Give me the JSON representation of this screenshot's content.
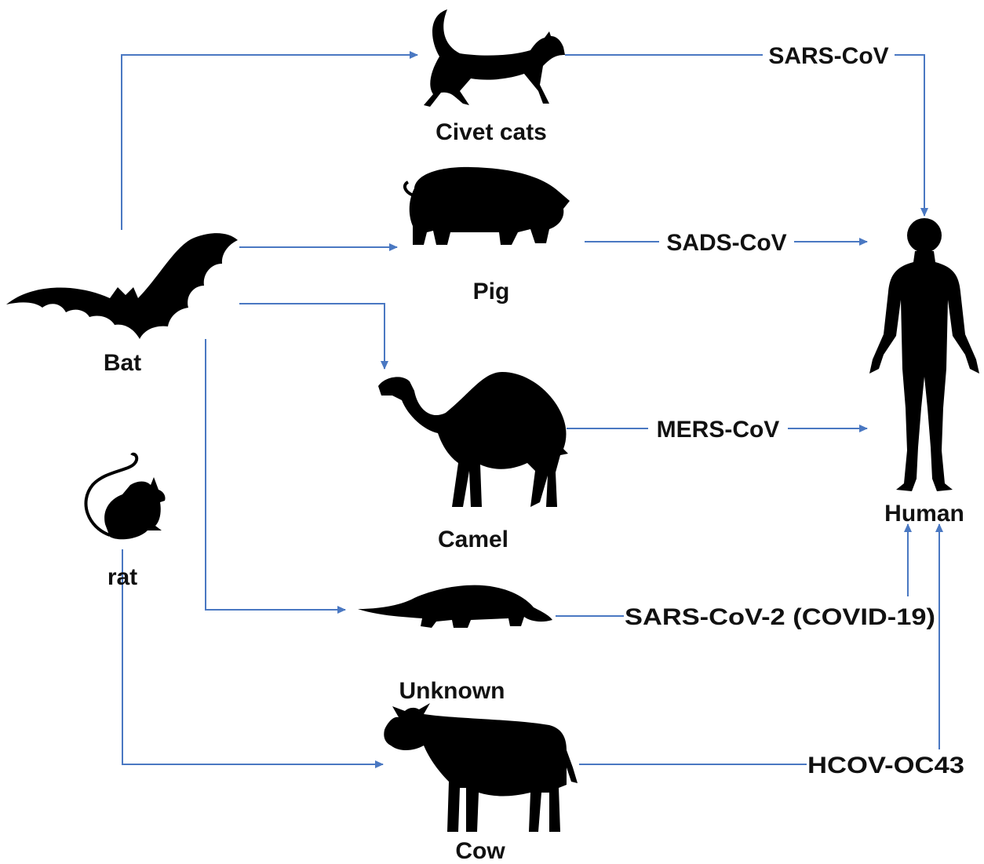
{
  "colors": {
    "arrow": "#4a78c2",
    "silhouette": "#000000",
    "text": "#111111"
  },
  "nodes": {
    "bat": {
      "label": "Bat",
      "icon": "bat-icon"
    },
    "rat": {
      "label": "rat",
      "icon": "rat-icon"
    },
    "civet": {
      "label": "Civet cats",
      "icon": "cat-icon"
    },
    "pig": {
      "label": "Pig",
      "icon": "pig-icon"
    },
    "camel": {
      "label": "Camel",
      "icon": "camel-icon"
    },
    "pangolin": {
      "label": "Unknown",
      "icon": "pangolin-icon"
    },
    "cow": {
      "label": "Cow",
      "icon": "cow-icon"
    },
    "human": {
      "label": "Human",
      "icon": "human-icon"
    }
  },
  "viruses": {
    "sars": "SARS-CoV",
    "sads": "SADS-CoV",
    "mers": "MERS-CoV",
    "sars2": "SARS-CoV-2 (COVID-19)",
    "oc43": "HCOV-OC43"
  }
}
